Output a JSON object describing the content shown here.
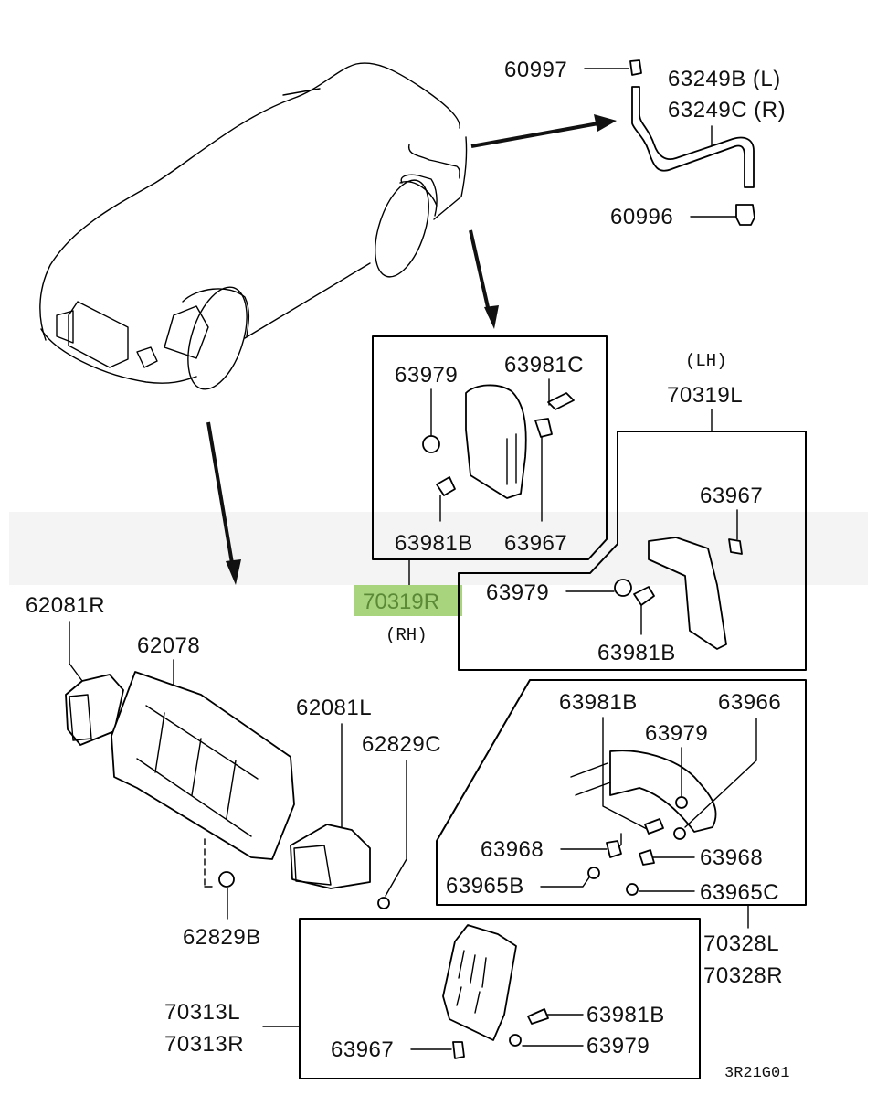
{
  "diagram": {
    "code": "3R21G01",
    "highlight_color": "#a9d47e",
    "highlight_text_color": "#5a8a36"
  },
  "callouts": {
    "hose_group": {
      "p60997": "60997",
      "p63249B": "63249B (L)",
      "p63249C": "63249C (R)",
      "p60996": "60996"
    },
    "rh_group": {
      "p63979": "63979",
      "p63981C": "63981C",
      "p63981B": "63981B",
      "p63967": "63967",
      "assembly": "70319R",
      "side": "(RH)"
    },
    "lh_group": {
      "side": "(LH)",
      "assembly": "70319L",
      "p63967": "63967",
      "p63979": "63979",
      "p63981B": "63981B"
    },
    "duct_group": {
      "p62081R": "62081R",
      "p62078": "62078",
      "p62081L": "62081L",
      "p62829C": "62829C",
      "p62829B": "62829B"
    },
    "liner_group": {
      "p63981B": "63981B",
      "p63966": "63966",
      "p63979": "63979",
      "p63968a": "63968",
      "p63968b": "63968",
      "p63965B": "63965B",
      "p63965C": "63965C",
      "assembly_l": "70328L",
      "assembly_r": "70328R"
    },
    "lower_group": {
      "assembly_l": "70313L",
      "assembly_r": "70313R",
      "p63981B": "63981B",
      "p63979": "63979",
      "p63967": "63967"
    }
  }
}
